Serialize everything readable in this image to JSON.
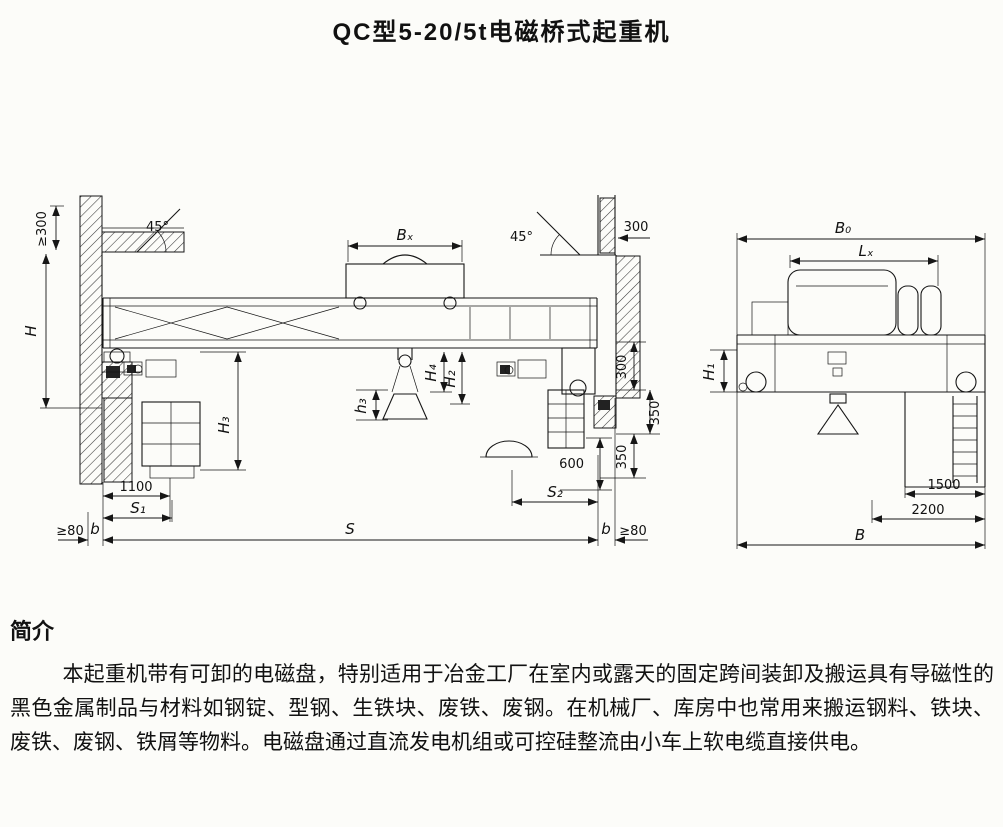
{
  "page": {
    "title": "QC型5-20/5t电磁桥式起重机"
  },
  "front_view": {
    "dims": {
      "clearance_top_left": "≥300",
      "angle_left": "45°",
      "trolley_width_Bx": "Bₓ",
      "angle_right": "45°",
      "clearance_top_right": "300",
      "height_H": "H",
      "hook_H4": "H₄",
      "hook_H2": "H₂",
      "hook_h3": "h₃",
      "column_H3": "H₃",
      "width_1100": "1100",
      "approach_S1": "S₁",
      "gap_left": "≥80",
      "rail_b_left": "b",
      "span_S": "S",
      "approach_S2": "S₂",
      "drop_600": "600",
      "side_300": "300",
      "side_350_upper": "350",
      "side_350_lower": "350",
      "rail_b_right": "b",
      "gap_right": "≥80"
    }
  },
  "side_view": {
    "dims": {
      "overall_B0": "B₀",
      "trolley_gauge_Lx": "Lₓ",
      "height_H1": "H₁",
      "width_1500": "1500",
      "width_2200": "2200",
      "overall_B": "B"
    }
  },
  "intro": {
    "heading": "简介",
    "body": "本起重机带有可卸的电磁盘，特别适用于冶金工厂在室内或露天的固定跨间装卸及搬运具有导磁性的黑色金属制品与材料如钢锭、型钢、生铁块、废铁、废钢。在机械厂、库房中也常用来搬运钢料、铁块、废铁、废钢、铁屑等物料。电磁盘通过直流发电机组或可控硅整流由小车上软电缆直接供电。"
  }
}
